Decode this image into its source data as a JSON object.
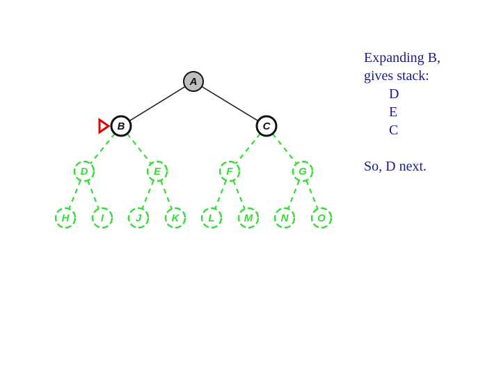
{
  "tree": {
    "current_marker_node": "B",
    "colors": {
      "visited_fill": "#c0c0c0",
      "visited_stroke": "#111111",
      "frontier_fill": "#ffffff",
      "frontier_stroke": "#111111",
      "unvisited_stroke": "#33dd33",
      "unvisited_text": "#33dd33",
      "marker": "#e00000",
      "solid_edge": "#222222",
      "dashed_edge": "#33dd33"
    },
    "nodes": [
      {
        "id": "A",
        "label": "A",
        "state": "visited"
      },
      {
        "id": "B",
        "label": "B",
        "state": "frontier"
      },
      {
        "id": "C",
        "label": "C",
        "state": "frontier"
      },
      {
        "id": "D",
        "label": "D",
        "state": "unvisited"
      },
      {
        "id": "E",
        "label": "E",
        "state": "unvisited"
      },
      {
        "id": "F",
        "label": "F",
        "state": "unvisited"
      },
      {
        "id": "G",
        "label": "G",
        "state": "unvisited"
      },
      {
        "id": "H",
        "label": "H",
        "state": "unvisited"
      },
      {
        "id": "I",
        "label": "I",
        "state": "unvisited"
      },
      {
        "id": "J",
        "label": "J",
        "state": "unvisited"
      },
      {
        "id": "K",
        "label": "K",
        "state": "unvisited"
      },
      {
        "id": "L",
        "label": "L",
        "state": "unvisited"
      },
      {
        "id": "M",
        "label": "M",
        "state": "unvisited"
      },
      {
        "id": "N",
        "label": "N",
        "state": "unvisited"
      },
      {
        "id": "O",
        "label": "O",
        "state": "unvisited"
      }
    ],
    "edges": [
      {
        "from": "A",
        "to": "B",
        "style": "solid"
      },
      {
        "from": "A",
        "to": "C",
        "style": "solid"
      },
      {
        "from": "B",
        "to": "D",
        "style": "dashed"
      },
      {
        "from": "B",
        "to": "E",
        "style": "dashed"
      },
      {
        "from": "C",
        "to": "F",
        "style": "dashed"
      },
      {
        "from": "C",
        "to": "G",
        "style": "dashed"
      },
      {
        "from": "D",
        "to": "H",
        "style": "dashed"
      },
      {
        "from": "D",
        "to": "I",
        "style": "dashed"
      },
      {
        "from": "E",
        "to": "J",
        "style": "dashed"
      },
      {
        "from": "E",
        "to": "K",
        "style": "dashed"
      },
      {
        "from": "F",
        "to": "L",
        "style": "dashed"
      },
      {
        "from": "F",
        "to": "M",
        "style": "dashed"
      },
      {
        "from": "G",
        "to": "N",
        "style": "dashed"
      },
      {
        "from": "G",
        "to": "O",
        "style": "dashed"
      }
    ]
  },
  "caption": {
    "line1": "Expanding B,",
    "line2": "gives stack:",
    "stack": [
      "D",
      "E",
      "C"
    ],
    "conclusion": "So, D next."
  }
}
